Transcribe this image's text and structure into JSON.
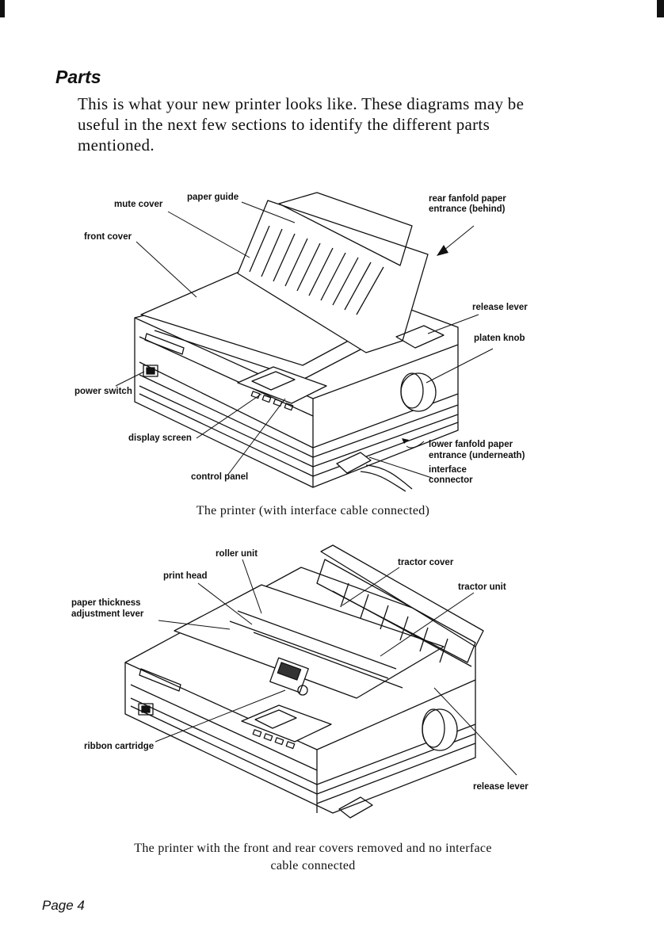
{
  "section_heading": "Parts",
  "intro_text": "This is what your new printer looks like. These diagrams may be useful in the next few sections to identify the different parts mentioned.",
  "figure1": {
    "labels": {
      "mute_cover": "mute cover",
      "paper_guide": "paper guide",
      "rear_fanfold_1": "rear fanfold paper",
      "rear_fanfold_2": "entrance (behind)",
      "front_cover": "front cover",
      "release_lever": "release lever",
      "platen_knob": "platen knob",
      "power_switch": "power switch",
      "display_screen": "display screen",
      "lower_fanfold_1": "lower fanfold paper",
      "lower_fanfold_2": "entrance (underneath)",
      "interface_1": "interface",
      "interface_2": "connector",
      "control_panel": "control panel"
    },
    "caption": "The printer (with interface cable connected)"
  },
  "figure2": {
    "labels": {
      "roller_unit": "roller unit",
      "print_head": "print head",
      "tractor_cover": "tractor cover",
      "tractor_unit": "tractor unit",
      "paper_thickness_1": "paper thickness",
      "paper_thickness_2": "adjustment lever",
      "ribbon_cartridge": "ribbon cartridge",
      "release_lever": "release lever"
    },
    "caption_line1": "The printer with the front and rear covers removed and no interface",
    "caption_line2": "cable connected"
  },
  "footer_page": "Page 4"
}
